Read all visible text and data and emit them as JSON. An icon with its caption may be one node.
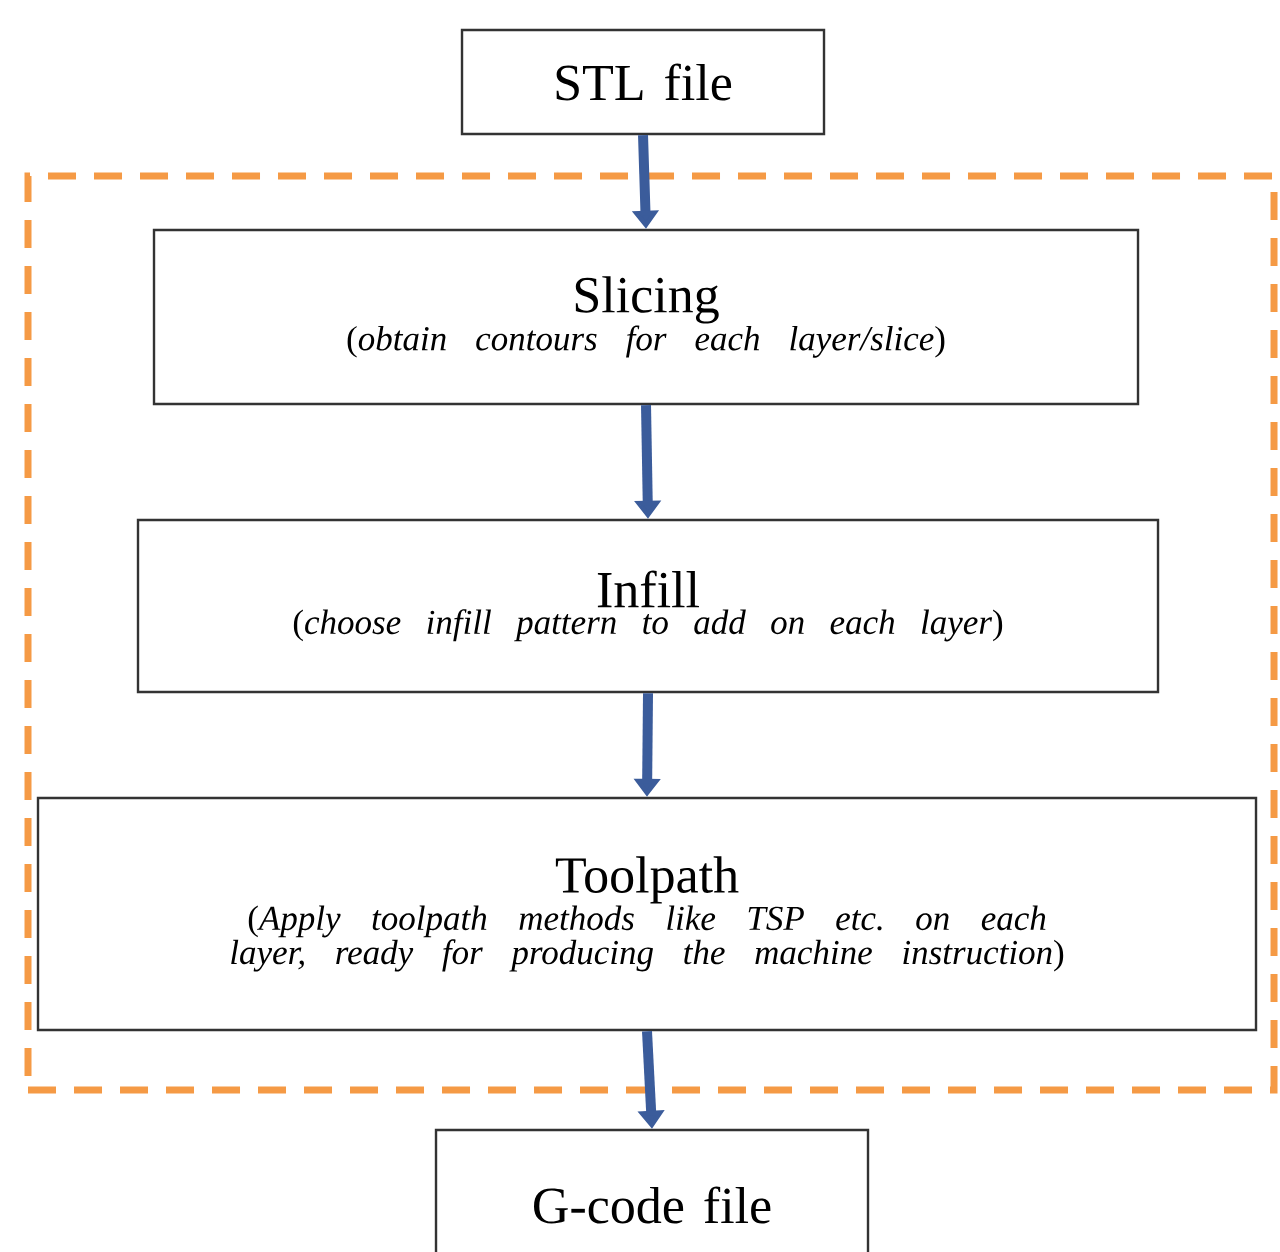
{
  "diagram": {
    "nodes": [
      {
        "text": [
          "STL file"
        ]
      },
      {
        "text": [],
        "shape": "box"
      },
      {
        "text": [
          "Slicing",
          "(*obtain contours for each layer/slice*)"
        ],
        "in": 1
      },
      {
        "text": [
          "Infill",
          "(*choose infill pattern to add on each layer*)"
        ],
        "in": 1
      },
      {
        "text": [
          "Toolpath",
          "(*Apply toolpath methods like TSP etc. on each layer, ready for producing the machine instruction*)"
        ],
        "in": 1
      },
      {
        "text": [
          "G-code file"
        ]
      }
    ],
    "edges": [
      {
        "from": 0,
        "to": 2,
        "arrow": "to"
      },
      {
        "from": 2,
        "to": 3,
        "arrow": "to"
      },
      {
        "from": 3,
        "to": 4,
        "arrow": "to"
      },
      {
        "from": 4,
        "to": 5,
        "arrow": "to"
      }
    ]
  }
}
